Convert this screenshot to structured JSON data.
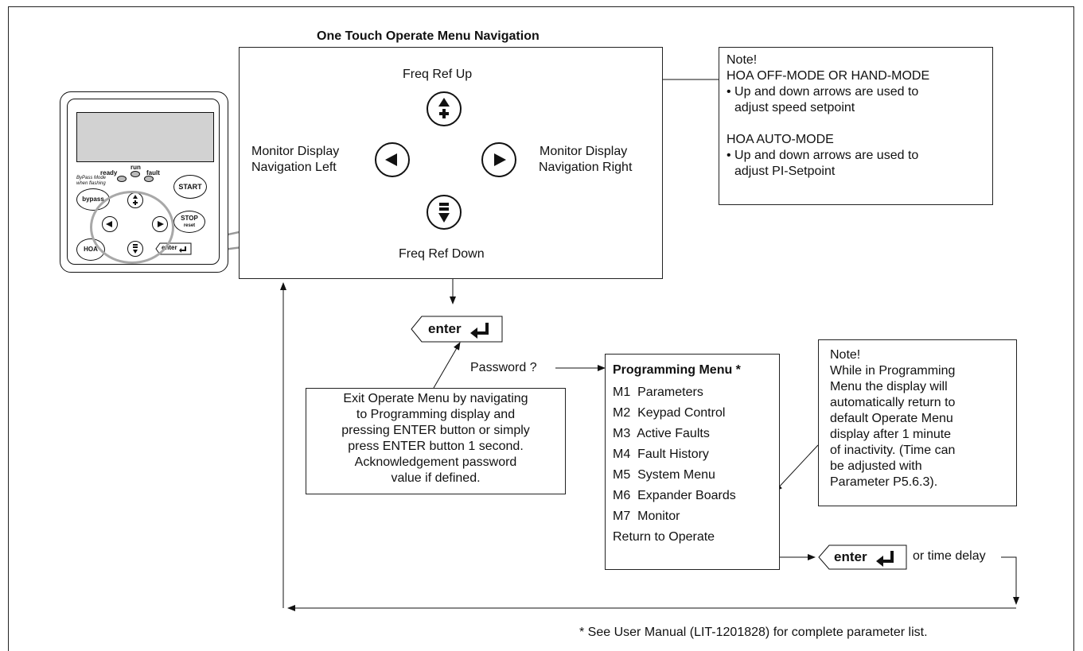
{
  "title": "One Touch Operate Menu Navigation",
  "nav": {
    "up_label": "Freq Ref Up",
    "down_label": "Freq Ref Down",
    "left_label_1": "Monitor Display",
    "left_label_2": "Navigation Left",
    "right_label_1": "Monitor Display",
    "right_label_2": "Navigation Right"
  },
  "note1": {
    "lines": [
      "Note!",
      "HOA OFF-MODE OR HAND-MODE",
      "• Up and down arrows are used to",
      "  adjust speed setpoint",
      "",
      "HOA AUTO-MODE",
      "• Up and down arrows are used to",
      "  adjust PI-Setpoint"
    ]
  },
  "keypad": {
    "ready": "ready",
    "run": "run",
    "fault": "fault",
    "bypass_mode": "ByPass Mode",
    "when_flashing": "when flashing",
    "start": "START",
    "bypass": "bypass",
    "stop": "STOP",
    "reset": "reset",
    "hoa": "HOA",
    "enter": "enter"
  },
  "enter_label": "enter",
  "password_label": "Password ?",
  "exit_note": {
    "lines": [
      "Exit Operate Menu by navigating",
      "to Programming display and",
      "pressing ENTER button or simply",
      "press ENTER button 1 second.",
      "Acknowledgement password",
      "value if defined."
    ]
  },
  "programming_menu": {
    "title": "Programming Menu *",
    "items": [
      "M1  Parameters",
      "M2  Keypad Control",
      "M3  Active Faults",
      "M4  Fault History",
      "M5  System Menu",
      "M6  Expander Boards",
      "M7  Monitor",
      "Return to Operate"
    ]
  },
  "note2": {
    "lines": [
      "Note!",
      "While in Programming",
      "Menu the display will",
      "automatically return to",
      "default Operate Menu",
      "display after 1 minute",
      "of inactivity. (Time can",
      "be adjusted with",
      "Parameter P5.6.3)."
    ]
  },
  "time_delay_label": "or time delay",
  "footnote": "* See User Manual (LIT-1201828) for complete parameter list."
}
